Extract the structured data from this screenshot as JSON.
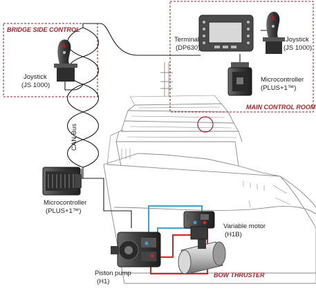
{
  "colors": {
    "accent_red": "#a4202c",
    "box_dash": "#8b1d24",
    "line_black": "#1a1a1a",
    "pipe_blue": "#3fa0d0",
    "pipe_red": "#d2232a",
    "ship_outline": "#888888",
    "device_dark": "#3a3a3a"
  },
  "labels": {
    "bridge_side_control": "BRIDGE SIDE CONTROL",
    "main_control_room": "MAIN CONTROL ROOM",
    "bow_thruster": "BOW THRUSTER",
    "can_bus": "CAN Bus",
    "terminal_name": "Terminal",
    "terminal_model": "(DP630)",
    "joystick_bridge_name": "Joystick",
    "joystick_bridge_model": "(JS 1000)",
    "joystick_main_name": "Joystick",
    "joystick_main_model": "(JS 1000)",
    "micro_main_name": "Microcontroller",
    "micro_main_model": "(PLUS+1™)",
    "micro_lower_name": "Microcontroller",
    "micro_lower_model": "(PLUS+1™)",
    "variable_motor_name": "Variable motor",
    "variable_motor_model": "(H1B)",
    "piston_pump_name": "Piston pump",
    "piston_pump_model": "(H1)"
  },
  "icons": [
    "joystick-icon",
    "terminal-display-icon",
    "microcontroller-icon",
    "piston-pump-icon",
    "variable-motor-icon",
    "thruster-tunnel-icon",
    "ship-outline"
  ]
}
